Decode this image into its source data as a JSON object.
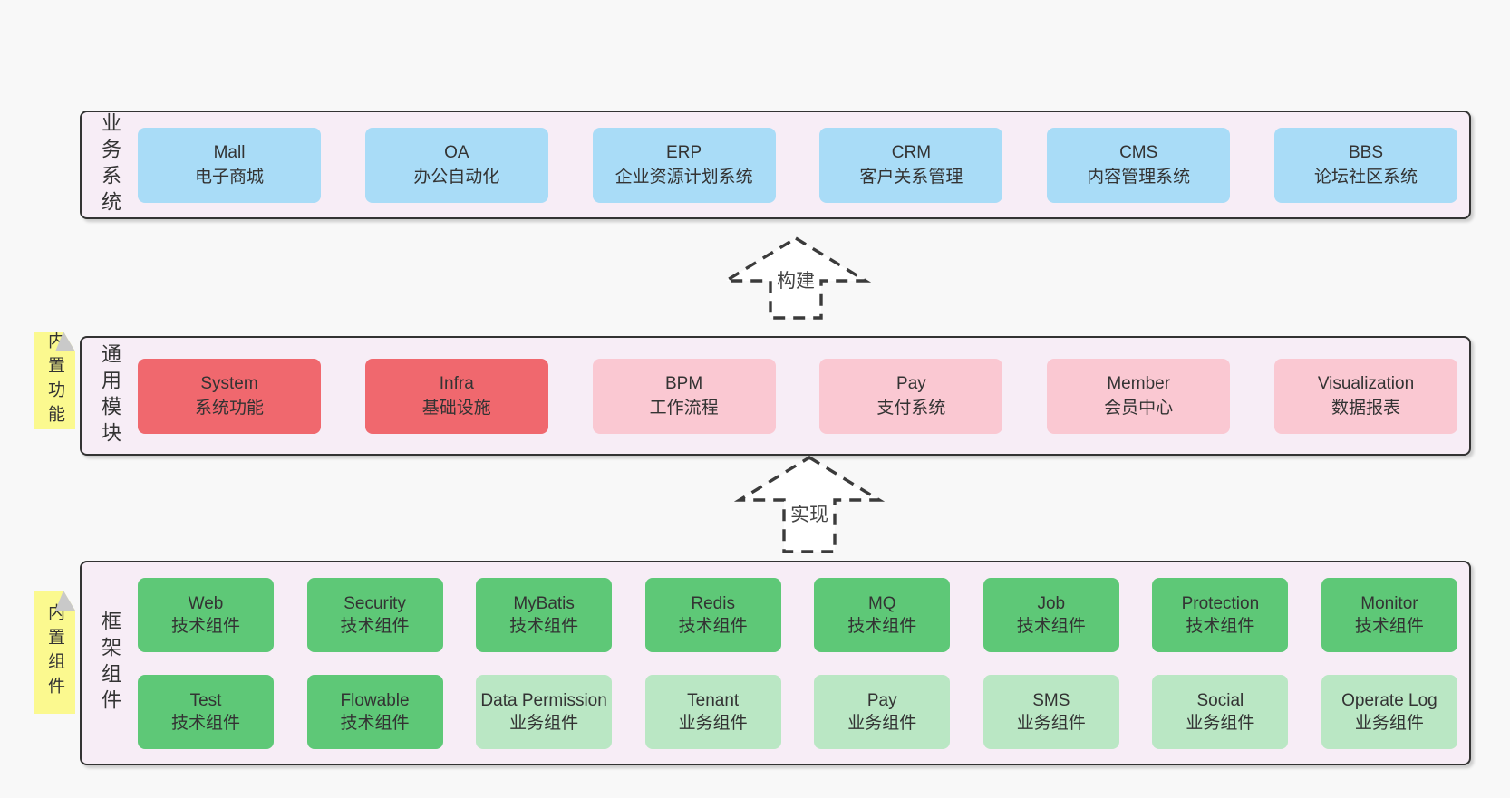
{
  "colors": {
    "blue": "#a9dcf7",
    "red": "#f0686e",
    "pink": "#fac8d2",
    "green": "#5ec877",
    "lightgreen": "#bae7c4",
    "band_bg": "#f7edf6",
    "band_border": "#333333",
    "sticky_yellow": "#fbf98f"
  },
  "arrows": [
    {
      "label": "构建"
    },
    {
      "label": "实现"
    }
  ],
  "bands": [
    {
      "label": "业务系统",
      "sticky": null,
      "rows": [
        [
          {
            "en": "Mall",
            "zh": "电子商城",
            "type": "blue"
          },
          {
            "en": "OA",
            "zh": "办公自动化",
            "type": "blue"
          },
          {
            "en": "ERP",
            "zh": "企业资源计划系统",
            "type": "blue"
          },
          {
            "en": "CRM",
            "zh": "客户关系管理",
            "type": "blue"
          },
          {
            "en": "CMS",
            "zh": "内容管理系统",
            "type": "blue"
          },
          {
            "en": "BBS",
            "zh": "论坛社区系统",
            "type": "blue"
          }
        ]
      ]
    },
    {
      "label": "通用模块",
      "sticky": "内置功能",
      "rows": [
        [
          {
            "en": "System",
            "zh": "系统功能",
            "type": "red"
          },
          {
            "en": "Infra",
            "zh": "基础设施",
            "type": "red"
          },
          {
            "en": "BPM",
            "zh": "工作流程",
            "type": "pink"
          },
          {
            "en": "Pay",
            "zh": "支付系统",
            "type": "pink"
          },
          {
            "en": "Member",
            "zh": "会员中心",
            "type": "pink"
          },
          {
            "en": "Visualization",
            "zh": "数据报表",
            "type": "pink"
          }
        ]
      ]
    },
    {
      "label": "框架组件",
      "sticky": "内置组件",
      "rows": [
        [
          {
            "en": "Web",
            "zh": "技术组件",
            "type": "green"
          },
          {
            "en": "Security",
            "zh": "技术组件",
            "type": "green"
          },
          {
            "en": "MyBatis",
            "zh": "技术组件",
            "type": "green"
          },
          {
            "en": "Redis",
            "zh": "技术组件",
            "type": "green"
          },
          {
            "en": "MQ",
            "zh": "技术组件",
            "type": "green"
          },
          {
            "en": "Job",
            "zh": "技术组件",
            "type": "green"
          },
          {
            "en": "Protection",
            "zh": "技术组件",
            "type": "green"
          },
          {
            "en": "Monitor",
            "zh": "技术组件",
            "type": "green"
          }
        ],
        [
          {
            "en": "Test",
            "zh": "技术组件",
            "type": "green"
          },
          {
            "en": "Flowable",
            "zh": "技术组件",
            "type": "green"
          },
          {
            "en": "Data Permission",
            "zh": "业务组件",
            "type": "lightgreen"
          },
          {
            "en": "Tenant",
            "zh": "业务组件",
            "type": "lightgreen"
          },
          {
            "en": "Pay",
            "zh": "业务组件",
            "type": "lightgreen"
          },
          {
            "en": "SMS",
            "zh": "业务组件",
            "type": "lightgreen"
          },
          {
            "en": "Social",
            "zh": "业务组件",
            "type": "lightgreen"
          },
          {
            "en": "Operate Log",
            "zh": "业务组件",
            "type": "lightgreen"
          }
        ]
      ]
    }
  ]
}
